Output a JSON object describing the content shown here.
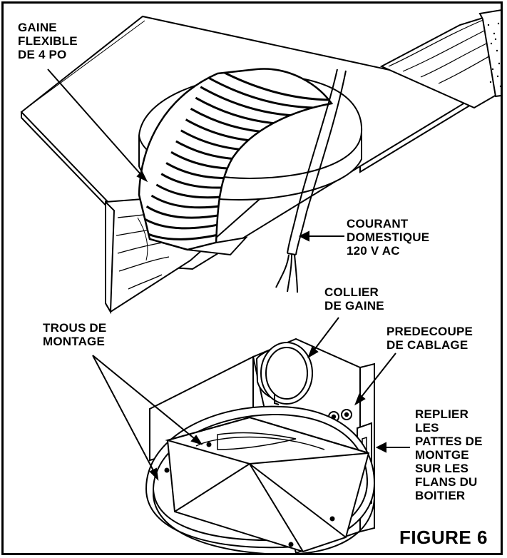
{
  "labels": {
    "flex_duct": "GAINE\nFLEXIBLE\nDE 4 PO",
    "house_current": "COURANT\nDOMESTIQUE\n120 V AC",
    "duct_collar": "COLLIER\nDE GAINE",
    "mounting_holes": "TROUS DE\nMONTAGE",
    "wiring_knockout": "PREDECOUPE\nDE CABLAGE",
    "fold_tabs": "REPLIER\nLES\nPATTES DE\nMONTGE\nSUR LES\nFLANS DU\nBOITIER"
  },
  "figure_title": "FIGURE 6"
}
